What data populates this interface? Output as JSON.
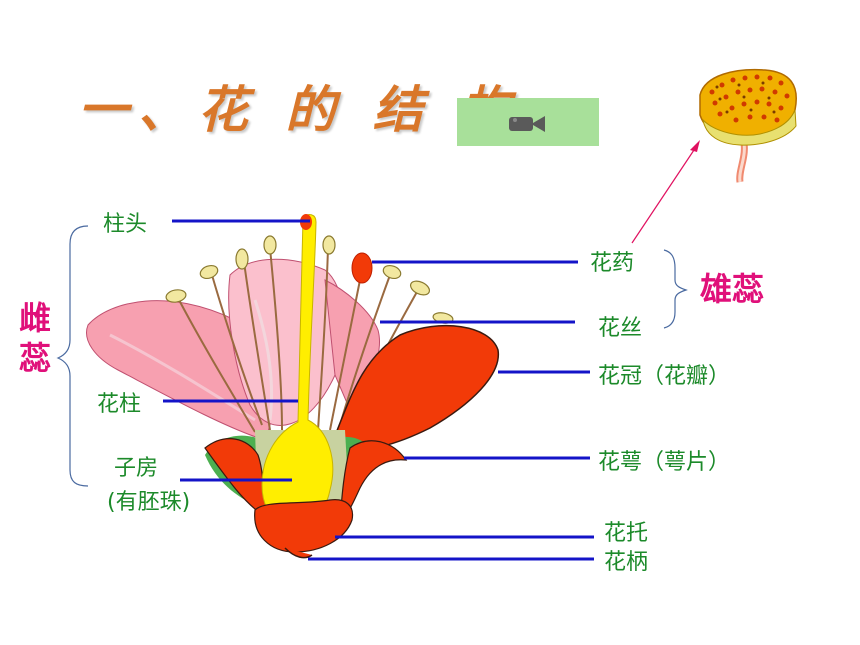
{
  "title": "一、花 的 结 构",
  "video_button": {
    "icon": "video-camera-icon"
  },
  "colors": {
    "title": "#d9772a",
    "label_text": "#1c8a2a",
    "group_text": "#e0107a",
    "leader_line": "#1414c8",
    "petal_red": "#f23a08",
    "pistil_yellow": "#ffee00",
    "button_bg": "#a8e09a"
  },
  "labels": {
    "stigma": "柱头",
    "style": "花柱",
    "ovary": "子房",
    "ovary_note": "(有胚珠)",
    "anther": "花药",
    "filament": "花丝",
    "corolla": "花冠（花瓣）",
    "calyx": "花萼（萼片）",
    "receptacle": "花托",
    "pedicel": "花柄"
  },
  "groups": {
    "pistil": "雌蕊",
    "stamen": "雄蕊"
  }
}
